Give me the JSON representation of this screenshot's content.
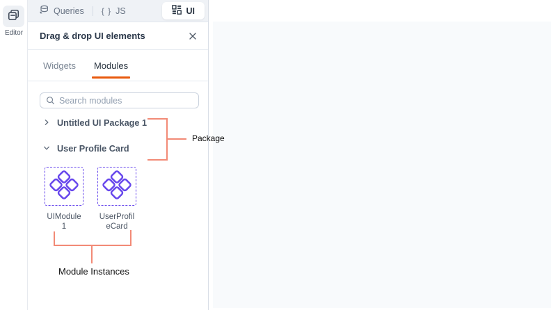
{
  "rail": {
    "editor_label": "Editor"
  },
  "topbar": {
    "queries_label": "Queries",
    "js_icon": "{ }",
    "js_label": "JS",
    "ui_label": "UI"
  },
  "panel": {
    "title": "Drag & drop UI elements",
    "tabs": [
      {
        "label": "Widgets",
        "active": false
      },
      {
        "label": "Modules",
        "active": true
      }
    ],
    "search": {
      "placeholder": "Search modules"
    },
    "tree": [
      {
        "label": "Untitled UI Package 1",
        "state": "collapsed"
      },
      {
        "label": "User Profile Card",
        "state": "expanded"
      }
    ],
    "modules": [
      {
        "line1": "UIModule",
        "line2": "1"
      },
      {
        "line1": "UserProfil",
        "line2": "eCard"
      }
    ]
  },
  "annotations": {
    "package_label": "Package",
    "instances_label": "Module Instances"
  },
  "colors": {
    "accent_orange": "#E8590C",
    "module_purple": "#6747EC",
    "annotation_salmon": "#F28A76",
    "canvas_bg": "#F8FAFC",
    "segbar_bg": "#EFF2F6"
  }
}
